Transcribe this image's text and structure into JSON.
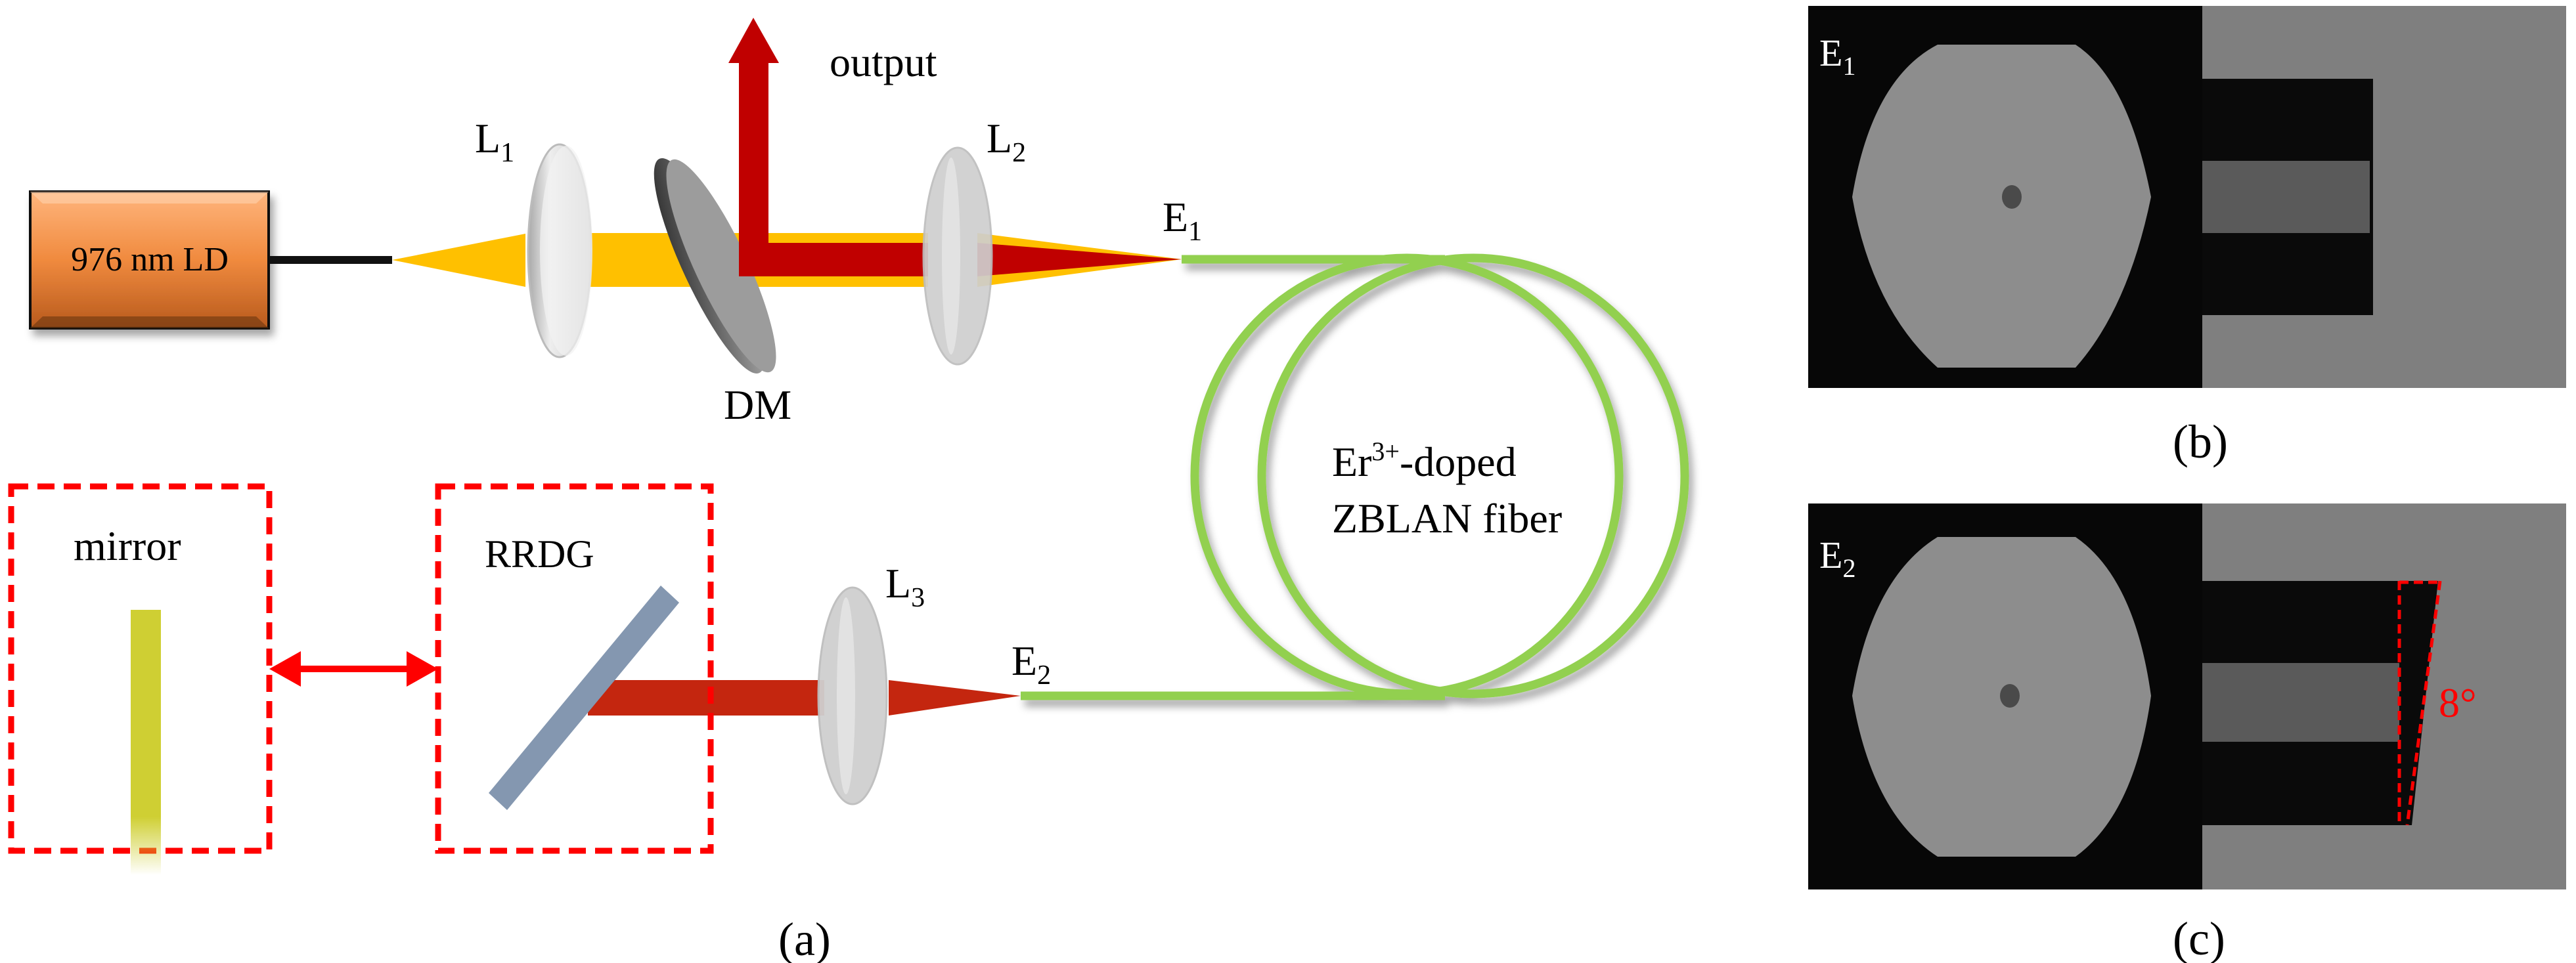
{
  "panel_a": {
    "caption": "(a)",
    "laser_diode": {
      "label": "976 nm LD",
      "color": "#e8813b"
    },
    "lens1": {
      "label": "L",
      "sub": "1"
    },
    "lens2": {
      "label": "L",
      "sub": "2"
    },
    "lens3": {
      "label": "L",
      "sub": "3"
    },
    "dichroic_mirror": {
      "label": "DM"
    },
    "output": {
      "label": "output"
    },
    "fiber_end1": {
      "label": "E",
      "sub": "1"
    },
    "fiber_end2": {
      "label": "E",
      "sub": "2"
    },
    "fiber": {
      "line1_prefix": "Er",
      "line1_sup": "3+",
      "line1_suffix": "-doped",
      "line2": "ZBLAN fiber",
      "color": "#92d050"
    },
    "mirror_box": {
      "label": "mirror"
    },
    "grating_box": {
      "label": "RRDG"
    },
    "colors": {
      "pump": "#ffc000",
      "signal": "#c00000",
      "return_signal": "#c4260f",
      "dashed_box": "#ff0000",
      "grating": "#8497b0",
      "mirror": "#cfcf33"
    }
  },
  "panel_b": {
    "caption": "(b)",
    "label": "E",
    "sub": "1"
  },
  "panel_c": {
    "caption": "(c)",
    "label": "E",
    "sub": "2",
    "angle_label": "8°",
    "angle_color": "#ff0000"
  }
}
